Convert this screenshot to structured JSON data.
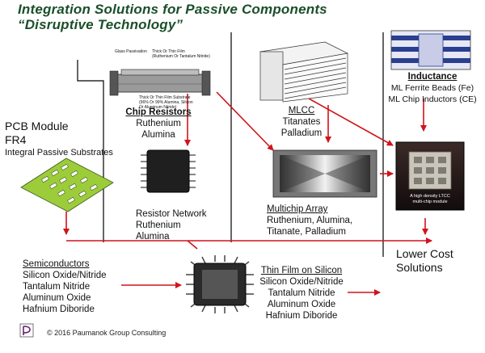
{
  "title": {
    "line1": "Integration Solutions for Passive Components",
    "line2": "“Disruptive Technology”"
  },
  "pcb_module": {
    "line1": "PCB Module",
    "line2": "FR4",
    "line3": "Integral Passive Substrates"
  },
  "chip_resistors": {
    "heading": "Chip Resistors",
    "line1": "Ruthenium",
    "line2": "Alumina",
    "callouts": [
      "Glass Passivation",
      "Thick Or Thin Film",
      "(Ruthenium Or Tantalum Nitride)",
      "Thick Or Thin Film Substrate",
      "(96% Or 99% Alumina, Silicon",
      "Or Aluminum Nitride)"
    ]
  },
  "mlcc": {
    "heading": "MLCC",
    "line1": "Titanates",
    "line2": "Palladium"
  },
  "inductance": {
    "heading": "Inductance",
    "line1": "ML Ferrite Beads (Fe)",
    "line2": "ML Chip Inductors (CE)"
  },
  "resistor_network": {
    "line1": "Resistor Network",
    "line2": "Ruthenium",
    "line3": "Alumina"
  },
  "multichip_array": {
    "heading": "Multichip Array",
    "line1": "Ruthenium, Alumina,",
    "line2": "Titanate, Palladium"
  },
  "ltcc_module": {
    "caption1": "A high density LTCC",
    "caption2": "multi-chip module"
  },
  "lower_cost": {
    "line1": "Lower Cost",
    "line2": "Solutions"
  },
  "semiconductors": {
    "heading": "Semiconductors",
    "items": [
      "Silicon Oxide/Nitride",
      "Tantalum Nitride",
      "Aluminum Oxide",
      "Hafnium Diboride"
    ]
  },
  "thin_film": {
    "heading": "Thin Film on Silicon",
    "items": [
      "Silicon Oxide/Nitride",
      "Tantalum Nitride",
      "Aluminum Oxide",
      "Hafnium Diboride"
    ]
  },
  "footer": {
    "copyright": "© 2016 Paumanok Group Consulting"
  },
  "colors": {
    "title_green": "#1a4f2a",
    "arrow_red": "#d0141b",
    "divider": "#000000"
  }
}
